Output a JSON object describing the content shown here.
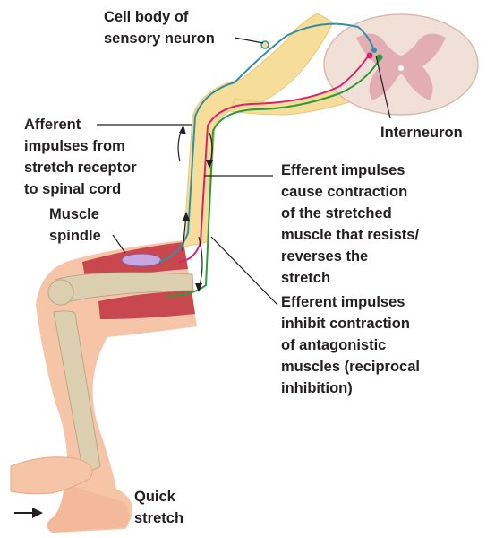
{
  "labels": {
    "cell_body": "Cell body of\nsensory neuron",
    "interneuron": "Interneuron",
    "afferent": "Afferent\nimpulses from\nstretch receptor\nto spinal cord",
    "efferent_contract": "Efferent impulses\ncause contraction\nof the stretched\nmuscle that resists/\nreverses the\nstretch",
    "efferent_inhibit": "Efferent impulses\ninhibit contraction\nof antagonistic\nmuscles (reciprocal\ninhibition)",
    "muscle_spindle": "Muscle\nspindle",
    "quick_stretch": "Quick\nstretch"
  },
  "colors": {
    "nerve_sheath": "#f7dd9a",
    "sensory_neuron": "#2f8fa8",
    "motor_neuron_contract": "#d6246e",
    "motor_neuron_inhibit": "#2e9a3e",
    "gray_matter": "#e2aeb4",
    "white_matter": "#f1e0d8",
    "muscle": "#c9474f",
    "bone": "#dccfb0",
    "skin": "#f6c4a6",
    "label_text": "#231f20",
    "leader_line": "#231f20"
  }
}
